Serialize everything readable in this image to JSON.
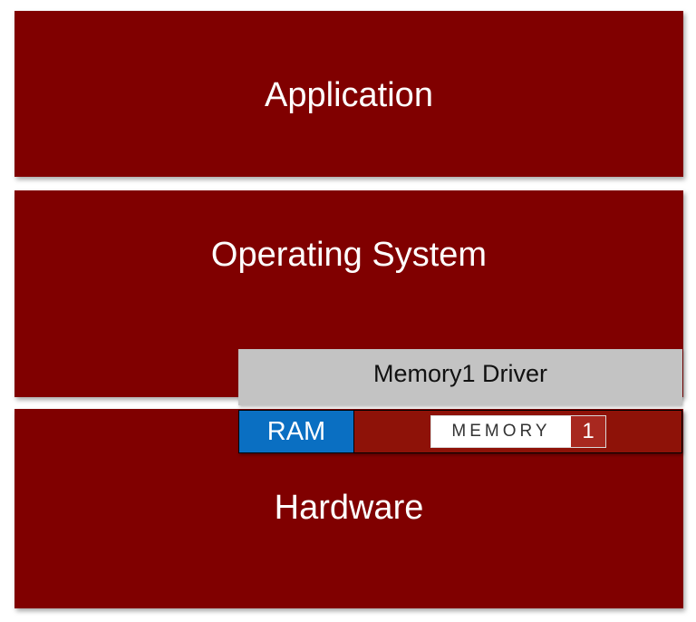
{
  "layers": {
    "application": "Application",
    "operating_system": "Operating System",
    "hardware": "Hardware"
  },
  "driver": {
    "label": "Memory1 Driver"
  },
  "memory_row": {
    "ram_label": "RAM",
    "logo_word": "MEMORY",
    "logo_number": "1"
  },
  "colors": {
    "layer_background": "#800000",
    "driver_background": "#c3c3c3",
    "ram_background": "#0a6fc2",
    "memory1_background": "#8e1208",
    "logo_accent": "#a8281f"
  }
}
